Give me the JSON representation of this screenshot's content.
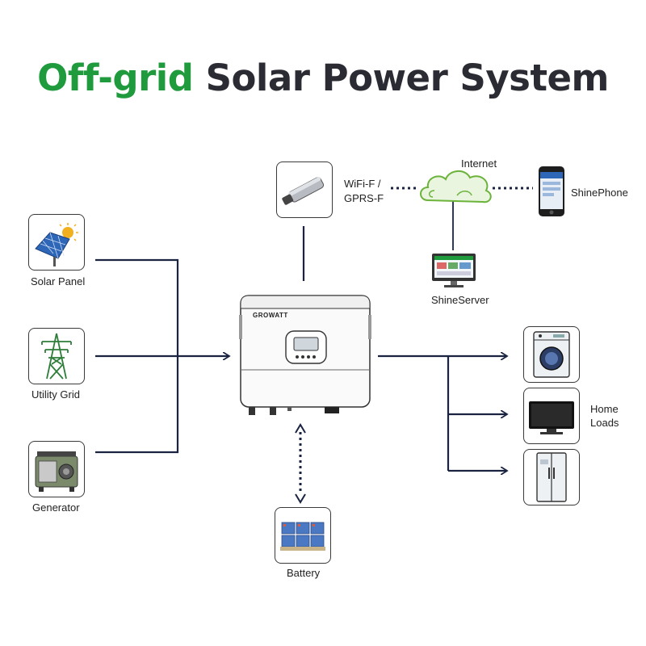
{
  "title": {
    "accent": "Off-grid",
    "rest": "Solar Power System"
  },
  "inverter": {
    "brand": "GROWATT"
  },
  "sources": {
    "solar_panel": "Solar Panel",
    "utility_grid": "Utility Grid",
    "generator": "Generator"
  },
  "monitoring": {
    "wifi_line1": "WiFi-F /",
    "wifi_line2": "GPRS-F",
    "internet": "Internet",
    "shinephone": "ShinePhone",
    "shineserver": "ShineServer"
  },
  "storage": {
    "battery": "Battery"
  },
  "loads": {
    "line1": "Home",
    "line2": "Loads"
  },
  "colors": {
    "accent": "#1f9a3c",
    "title_dark": "#2b2b33",
    "wire": "#1a2440"
  }
}
